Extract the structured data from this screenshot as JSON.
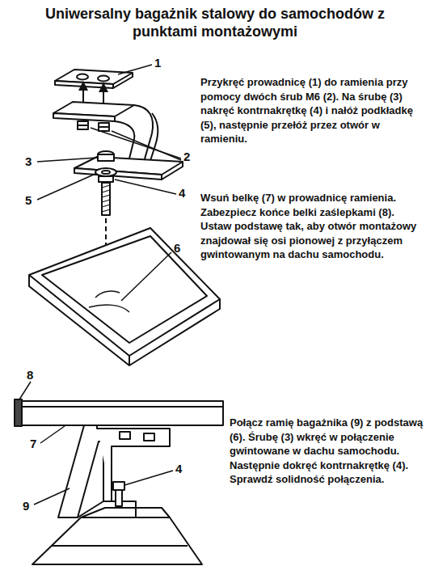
{
  "diagram": {
    "title": "Uniwersalny bagażnik stalowy do samochodów z punktami montażowymi",
    "labels": [
      "1",
      "Przykręć prowadnicę (1) do ramienia przy pomocy dwóch śrub M6 (2). Na śrubę (3) nakręć kontrnakrętkę (4) i nałóż podkładkę (5), następnie przełóż przez otwór w ramieniu.",
      "2",
      "3",
      "4",
      "5",
      "Wsuń belkę (7) w prowadnicę ramienia. Zabezpiecz końce belki zaślepkami (8). Ustaw podstawę tak, aby otwór montażowy znajdował się osi pionowej z przyłączem gwintowanym na dachu samochodu.",
      "6",
      "8",
      "7",
      "Połącz ramię bagażnika (9) z podstawą (6). Śrubę (3) wkręć w połączenie gwintowane w dachu samochodu. Następnie dokręć kontrnakrętkę (4). Sprawdź solidność połączenia.",
      "9",
      "4"
    ]
  }
}
